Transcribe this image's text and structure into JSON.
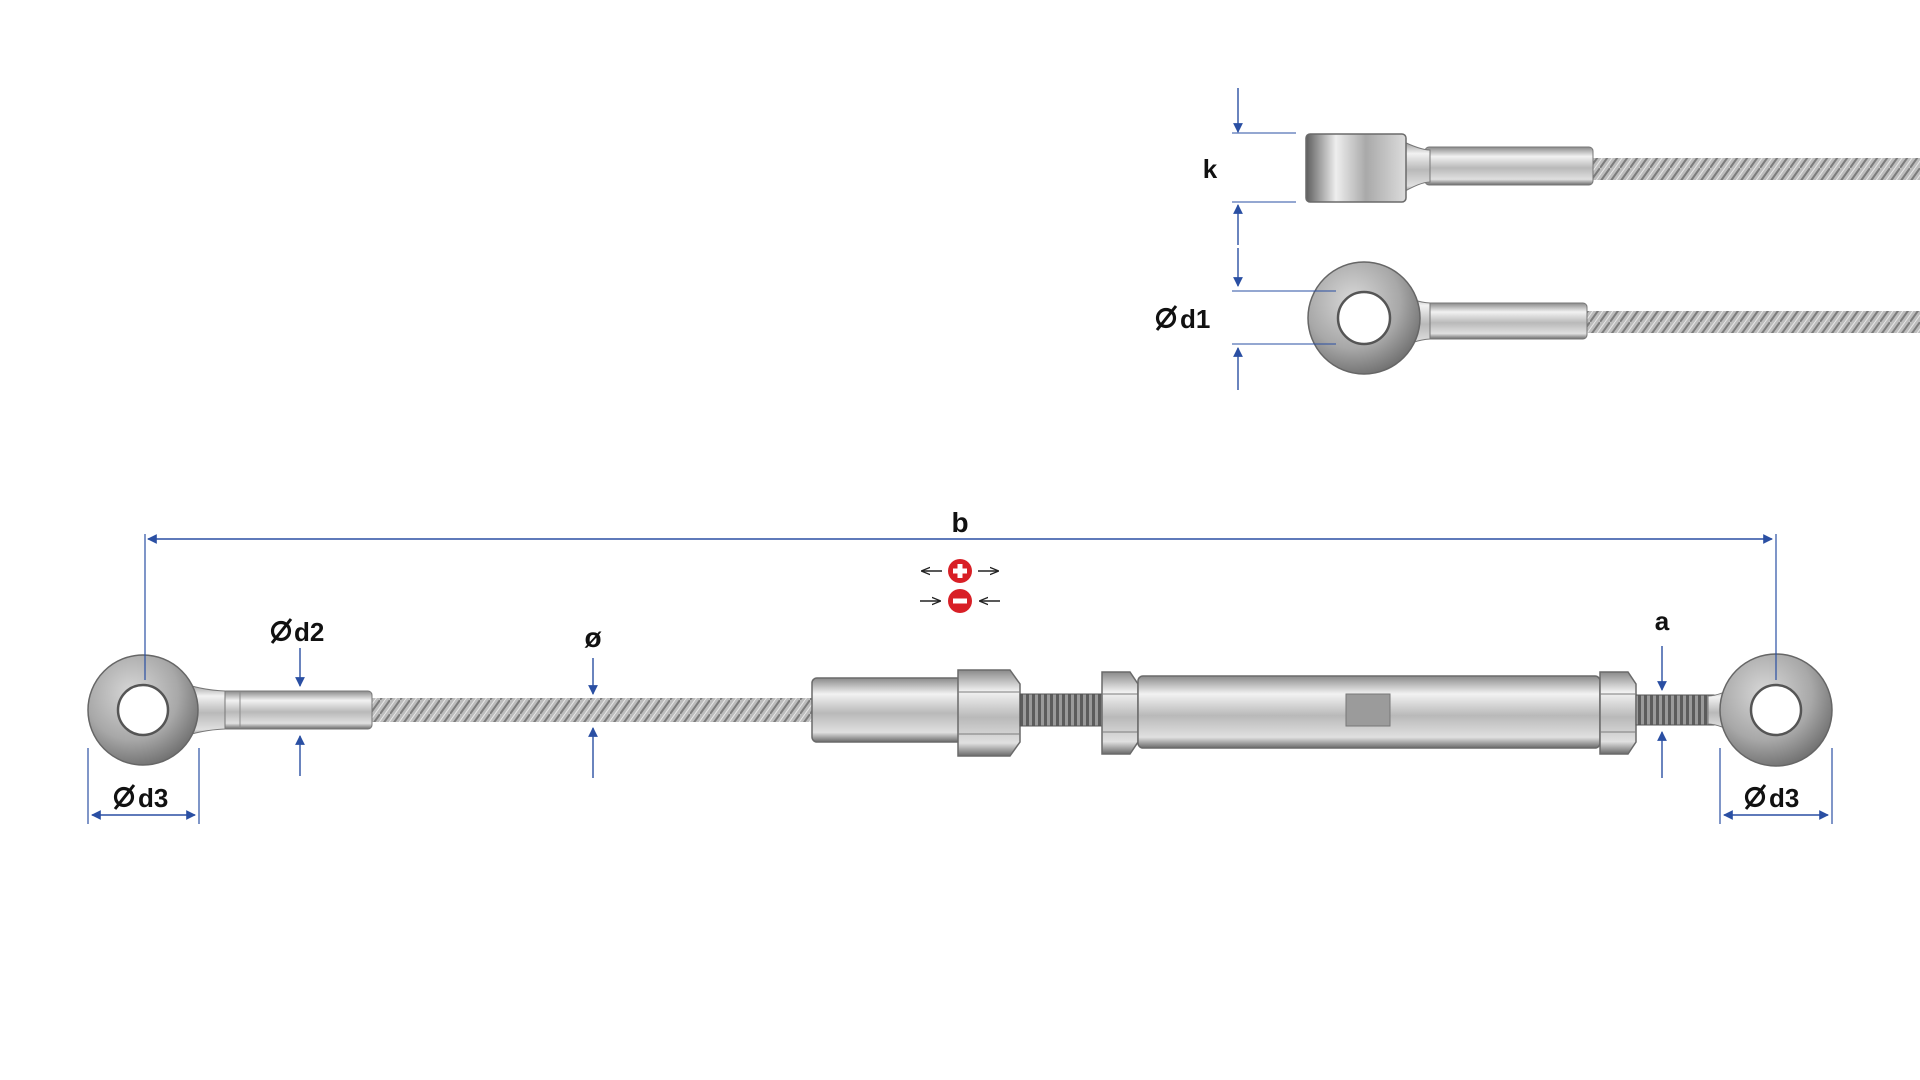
{
  "labels": {
    "k": "k",
    "d1": "d1",
    "b": "b",
    "d2": "d2",
    "dia": "ø",
    "a": "a",
    "d3_left": "d3",
    "d3_right": "d3"
  },
  "colors": {
    "dimension": "#2a4fa3",
    "plus_minus": "#d81f26",
    "text": "#111111",
    "steel_light": "#e6e6e6",
    "steel_dark": "#6e6e6e"
  },
  "icons": {
    "diameter": "diameter-symbol-icon",
    "plus": "plus-circle-icon",
    "minus": "minus-circle-icon"
  }
}
